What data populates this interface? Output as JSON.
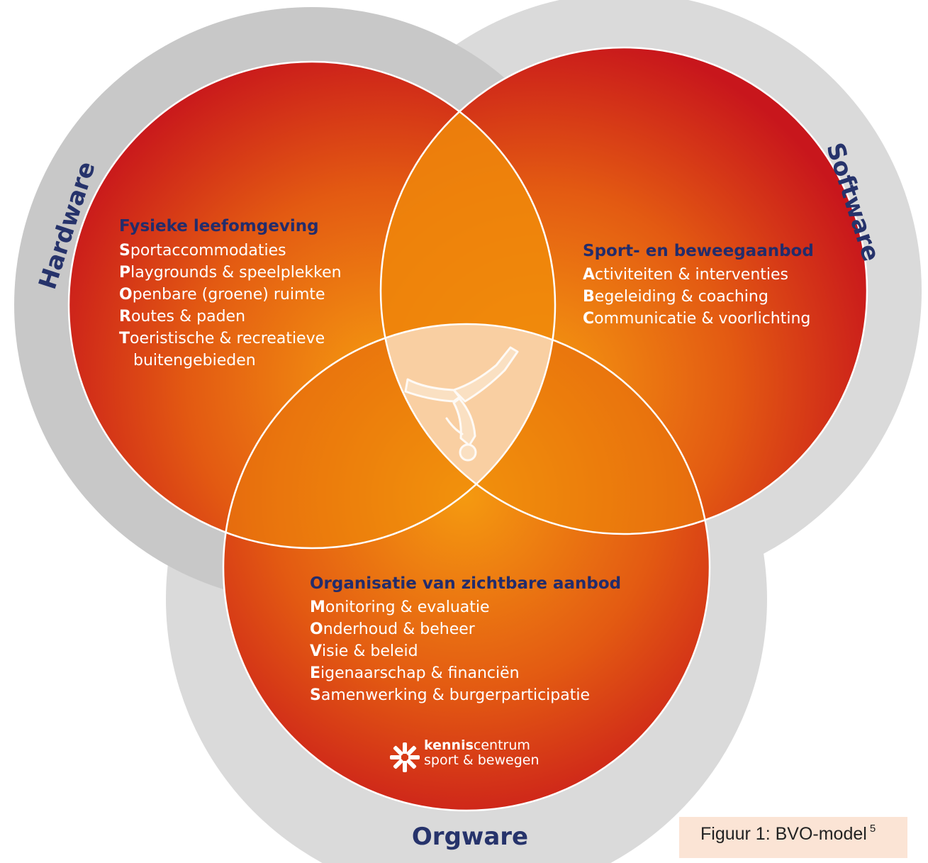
{
  "rings": {
    "hardware": "Hardware",
    "software": "Software",
    "orgware": "Orgware"
  },
  "hardware": {
    "heading": "Fysieke leefomgeving",
    "items": [
      {
        "initial": "S",
        "rest": "portaccommodaties"
      },
      {
        "initial": "P",
        "rest": "laygrounds & speelplekken"
      },
      {
        "initial": "O",
        "rest": "penbare (groene) ruimte"
      },
      {
        "initial": "R",
        "rest": "outes & paden"
      },
      {
        "initial": "T",
        "rest": "oeristische & recreatieve"
      }
    ],
    "continuation": "buitengebieden"
  },
  "software": {
    "heading": "Sport- en beweegaanbod",
    "items": [
      {
        "initial": "A",
        "rest": "ctiviteiten & interventies"
      },
      {
        "initial": "B",
        "rest": "egeleiding & coaching"
      },
      {
        "initial": "C",
        "rest": "ommunicatie & voorlichting"
      }
    ]
  },
  "orgware": {
    "heading": "Organisatie van zichtbare aanbod",
    "items": [
      {
        "initial": "M",
        "rest": "onitoring & evaluatie"
      },
      {
        "initial": "O",
        "rest": "nderhoud & beheer"
      },
      {
        "initial": "V",
        "rest": "isie & beleid"
      },
      {
        "initial": "E",
        "rest": "igenaarschap & financiën"
      },
      {
        "initial": "S",
        "rest": "amenwerking & burgerparticipatie"
      }
    ]
  },
  "logo": {
    "line1_bold": "kennis",
    "line1_rest": "centrum",
    "line2": "sport & bewegen"
  },
  "caption": {
    "text": "Figuur 1: BVO-model",
    "superscript": "5"
  },
  "colors": {
    "ring_gray": "#d9d9d9",
    "circle_red": "#c8161c",
    "circle_orange": "#f39200",
    "center_light": "#f8ceA0",
    "heading_navy": "#232c6b"
  },
  "icons": {
    "center": "dancer-figure-icon",
    "logo": "kenniscentrum-star-icon"
  }
}
